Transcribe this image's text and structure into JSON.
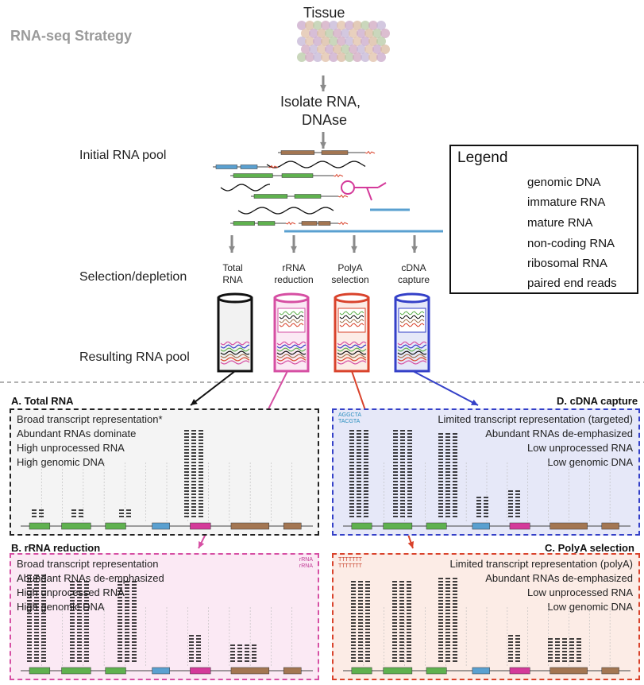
{
  "header": {
    "title": "RNA-seq Strategy",
    "tissue": "Tissue",
    "isolate_line1": "Isolate RNA,",
    "isolate_line2": "DNAse"
  },
  "steps": {
    "initial_pool": "Initial RNA pool",
    "selection": "Selection/depletion",
    "resulting": "Resulting RNA pool"
  },
  "methods": [
    {
      "line1": "Total",
      "line2": "RNA",
      "color": "#111111"
    },
    {
      "line1": "rRNA",
      "line2": "reduction",
      "color": "#d64fa3"
    },
    {
      "line1": "PolyA",
      "line2": "selection",
      "color": "#d9432c"
    },
    {
      "line1": "cDNA",
      "line2": "capture",
      "color": "#3440c8"
    }
  ],
  "legend": {
    "title": "Legend",
    "items": [
      {
        "label": "genomic DNA",
        "icon": "wavy-line-icon"
      },
      {
        "label": "immature RNA",
        "icon": "immature-rna-icon"
      },
      {
        "label": "mature RNA",
        "icon": "mature-rna-icon"
      },
      {
        "label": "non-coding RNA",
        "icon": "noncoding-rna-icon"
      },
      {
        "label": "ribosomal RNA",
        "icon": "ribosomal-rna-icon"
      },
      {
        "label": "paired end reads",
        "icon": "paired-reads-icon"
      }
    ]
  },
  "panels": {
    "a": {
      "title": "A. Total RNA",
      "lines": [
        "Broad transcript representation*",
        "Abundant RNAs dominate",
        "High unprocessed RNA",
        "High genomic DNA"
      ],
      "color": "#222222",
      "bg": "#f4f4f4"
    },
    "b": {
      "title": "B. rRNA reduction",
      "lines": [
        "Broad transcript representation",
        "Abundant RNAs de-emphasized",
        "High unprocessed RNA",
        "High genomic DNA"
      ],
      "color": "#d64fa3",
      "bg": "#fbe9f4",
      "tag1": "rRNA",
      "tag2": "rRNA"
    },
    "c": {
      "title": "C. PolyA selection",
      "lines": [
        "Limited transcript representation (polyA)",
        "Abundant RNAs de-emphasized",
        "Low unprocessed RNA",
        "Low genomic DNA"
      ],
      "color": "#d9432c",
      "bg": "#fcece6",
      "tag1": "TTTTTTT",
      "tag2": "TTTTTTT"
    },
    "d": {
      "title": "D. cDNA capture",
      "lines": [
        "Limited transcript representation (targeted)",
        "Abundant RNAs de-emphasized",
        "Low unprocessed RNA",
        "Low genomic DNA"
      ],
      "color": "#3440c8",
      "bg": "#e6e8f8",
      "tag1": "AGGCTA",
      "tag2": "TACGTA"
    }
  },
  "colors": {
    "exon_green": "#5fb14f",
    "exon_brown": "#a37652",
    "noncoding_blue": "#5aa0d0",
    "ribosomal_pink": "#d43a9a",
    "arrow_gray": "#8a8a8a"
  }
}
